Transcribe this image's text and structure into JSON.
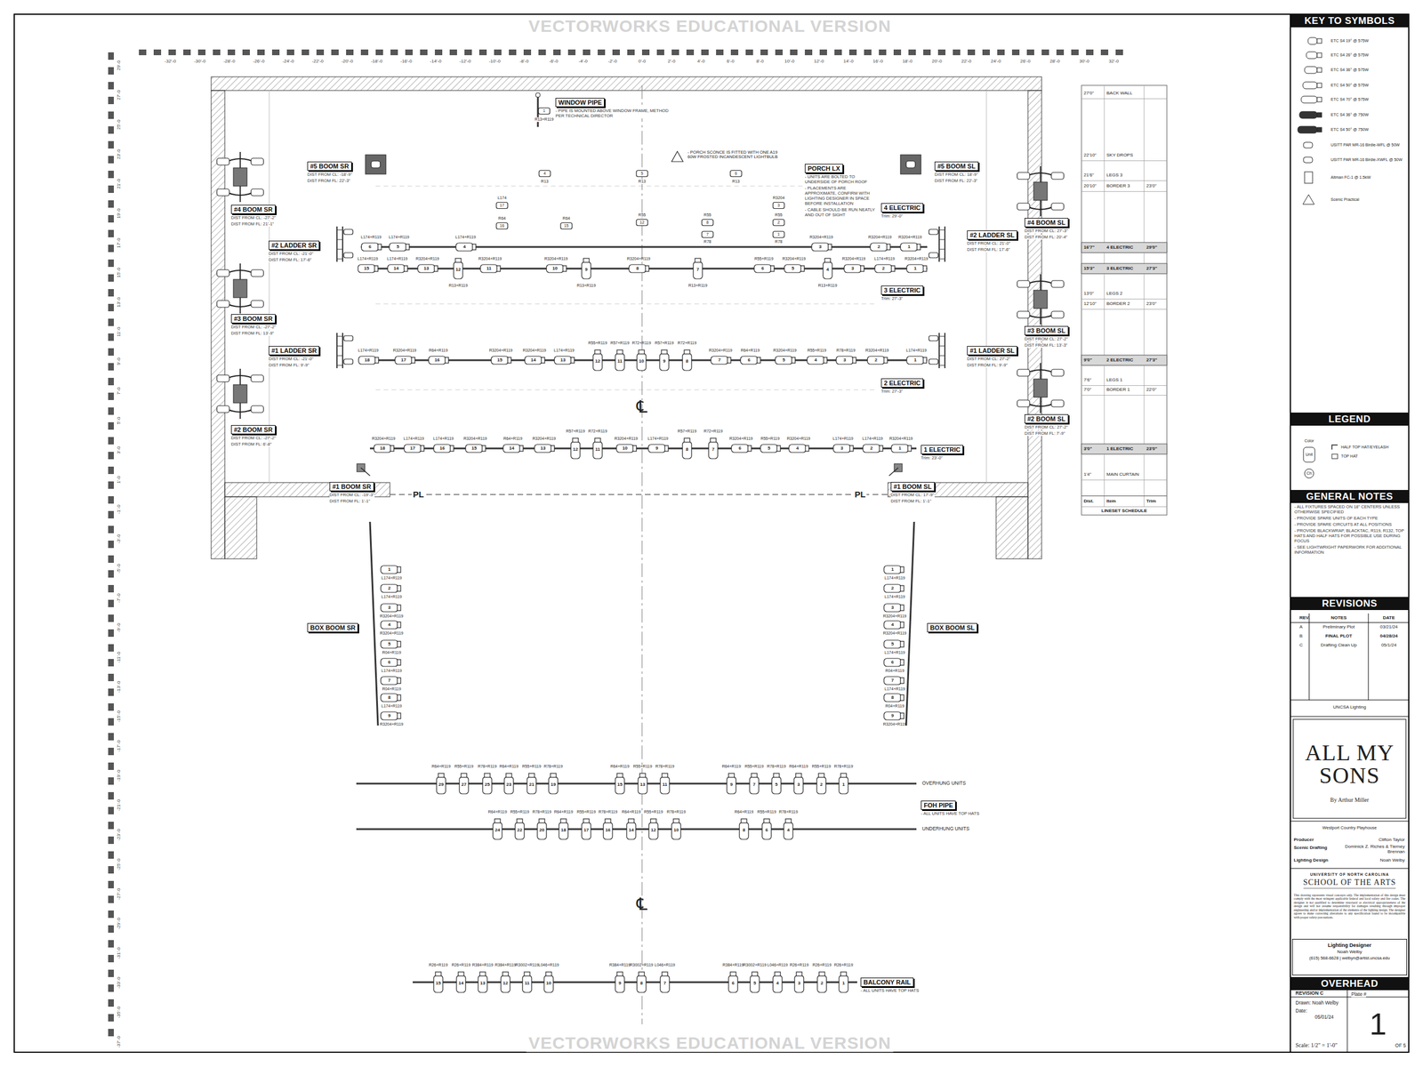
{
  "diagram": {
    "title": "ALL MY SONS",
    "nodes": [
      {
        "text": [
          "WINDOW PIPE",
          "- PIPE IS MOUNTED ABOVE WINDOW FRAME, METHOD PER TECHNICAL DIRECTOR"
        ]
      },
      {
        "text": [
          "PORCH LX",
          "- UNITS ARE BOLTED TO UNDERSIDE OF PORCH ROOF",
          "- PLACEMENTS ARE APPROXIMATE, CONFIRM WITH LIGHTING DESIGNER IN SPACE BEFORE INSTALLATION",
          "- CABLE SHOULD BE RUN NEATLY AND OUT OF SIGHT"
        ]
      },
      {
        "text": [
          "#5 BOOM SR",
          "DIST FROM CL: -18'-9\"",
          "DIST FROM FL: 22'-3\""
        ]
      },
      {
        "text": [
          "#5 BOOM SL",
          "DIST FROM CL: 18'-9\"",
          "DIST FROM FL: 22'-3\""
        ]
      },
      {
        "text": [
          "#4 BOOM SR",
          "DIST FROM CL: -27'-2\"",
          "DIST FROM FL: 21'-1\""
        ]
      },
      {
        "text": [
          "#4 BOOM SL",
          "DIST FROM CL: 27'-3\"",
          "DIST FROM FL: 20'-4\""
        ]
      },
      {
        "text": [
          "#2 LADDER SR",
          "DIST FROM CL: -21'-0\"",
          "DIST FROM FL: 17'-6\""
        ]
      },
      {
        "text": [
          "#2 LADDER SL",
          "DIST FROM CL: 21'-0\"",
          "DIST FROM FL: 17'-6\""
        ]
      },
      {
        "text": [
          "4 ELECTRIC",
          "Trim: 29'-0\""
        ]
      },
      {
        "text": [
          "3 ELECTRIC",
          "Trim: 27'-3\""
        ]
      },
      {
        "text": [
          "#3 BOOM SR",
          "DIST FROM CL: -27'-2\"",
          "DIST FROM FL: 13'-9\""
        ]
      },
      {
        "text": [
          "#3 BOOM SL",
          "DIST FROM CL: 27'-2\"",
          "DIST FROM FL: 13'-3\""
        ]
      },
      {
        "text": [
          "#1 LADDER SR",
          "DIST FROM CL: -21'-0\"",
          "DIST FROM FL: 9'-9\""
        ]
      },
      {
        "text": [
          "#1 LADDER SL",
          "DIST FROM CL: 27'-2\"",
          "DIST FROM FL: 9'-9\""
        ]
      },
      {
        "text": [
          "2 ELECTRIC",
          "Trim: 27'-3\""
        ]
      },
      {
        "text": [
          "#2 BOOM SR",
          "DIST FROM CL: -27'-2\"",
          "DIST FROM FL: 6'-8\""
        ]
      },
      {
        "text": [
          "#2 BOOM SL",
          "DIST FROM CL: 27'-2\"",
          "DIST FROM FL: 7'-9\""
        ]
      },
      {
        "text": [
          "1 ELECTRIC",
          "Trim: 23'-0\""
        ]
      },
      {
        "text": [
          "#1 BOOM SR",
          "DIST FROM CL: -19'-3\"",
          "DIST FROM FL: 1'-1\""
        ]
      },
      {
        "text": [
          "#1 BOOM SL",
          "DIST FROM CL: 17'-9\"",
          "DIST FROM FL: 1'-1\""
        ]
      },
      {
        "text": [
          "BOX BOOM SR"
        ]
      },
      {
        "text": [
          "BOX BOOM SL"
        ]
      },
      {
        "text": [
          "FOH PIPE",
          "- ALL UNITS HAVE TOP HATS"
        ]
      },
      {
        "text": [
          "BALCONY RAIL",
          "- ALL UNITS HAVE TOP HATS"
        ]
      },
      {
        "text": [
          "KEY TO SYMBOLS"
        ]
      },
      {
        "text": [
          "LEGEND"
        ]
      },
      {
        "text": [
          "GENERAL NOTES",
          "- ALL FIXTURES SPACED ON 18\" CENTERS UNLESS OTHERWISE SPECIFIED",
          "- PROVIDE SPARE UNITS OF EACH TYPE",
          "- PROVIDE SPARE CIRCUITS AT ALL POSITIONS",
          "- PROVIDE BLACKWRAP, BLACKTAC, R119, R132, TOP HATS AND HALF HATS FOR POSSIBLE USE DURING FOCUS",
          "- SEE LIGHTWRIGHT PAPERWORK FOR ADDITIONAL INFORMATION"
        ]
      },
      {
        "text": [
          "REVISIONS"
        ]
      },
      {
        "text": [
          "Lighting Designer",
          "Noah Welby",
          "(615) 568-6628 | welbyn@artist.uncsa.edu"
        ]
      },
      {
        "text": [
          "OVERHEAD"
        ]
      }
    ],
    "labels": [
      "VECTORWORKS EDUCATIONAL VERSION",
      "VECTORWORKS EDUCATIONAL VERSION",
      "-32'-0",
      "-30'-0",
      "-28'-0",
      "-26'-0",
      "-24'-0",
      "-22'-0",
      "-20'-0",
      "-18'-0",
      "-16'-0",
      "-14'-0",
      "-12'-0",
      "-10'-0",
      "-8'-0",
      "-6'-0",
      "-4'-0",
      "-2'-0",
      "0'-0",
      "2'-0",
      "4'-0",
      "6'-0",
      "8'-0",
      "10'-0",
      "12'-0",
      "14'-0",
      "16'-0",
      "18'-0",
      "20'-0",
      "22'-0",
      "24'-0",
      "26'-0",
      "28'-0",
      "30'-0",
      "32'-0",
      "29'-0",
      "27'-0",
      "25'-0",
      "23'-0",
      "21'-0",
      "19'-0",
      "17'-0",
      "15'-0",
      "13'-0",
      "11'-0",
      "9'-0",
      "7'-0",
      "5'-0",
      "3'-0",
      "1'-0",
      "-1'-0",
      "-3'-0",
      "-5'-0",
      "-7'-0",
      "-9'-0",
      "-11'-0",
      "-13'-0",
      "-15'-0",
      "-17'-0",
      "-19'-0",
      "-21'-0",
      "-23'-0",
      "-25'-0",
      "-27'-0",
      "-29'-0",
      "-31'-0",
      "-33'-0",
      "-35'-0",
      "-37'-0",
      "℄",
      "℄",
      "PL",
      "PL",
      "OVERHUNG UNITS",
      "UNDERHUNG UNITS",
      "- PORCH SCONCE IS FITTED WITH ONE A19 60W FROSTED INCANDESCENT LIGHTBULB",
      "6",
      "L174+R119",
      "5",
      "L174+R119",
      "4",
      "L174+R119",
      "3",
      "R3204+R119",
      "2",
      "R3204+R119",
      "1",
      "R3204+R119",
      "15",
      "L174+R119",
      "14",
      "L174+R119",
      "13",
      "R3204+R119",
      "12",
      "R13+R119",
      "11",
      "R3204+R119",
      "10",
      "R3204+R119",
      "9",
      "R13+R119",
      "8",
      "R3204+R119",
      "7",
      "R13+R119",
      "6",
      "R55+R119",
      "5",
      "R3204+R119",
      "4",
      "R13+R119",
      "3",
      "R3204+R119",
      "2",
      "L174+R119",
      "1",
      "R3204+R119",
      "18",
      "L174+R119",
      "17",
      "R3204+R119",
      "16",
      "R64+R119",
      "15",
      "R3204+R119",
      "14",
      "R3204+R119",
      "13",
      "L174+R119",
      "12",
      "R55+R119",
      "11",
      "R57+R119",
      "10",
      "R72+R119",
      "9",
      "R57+R119",
      "8",
      "R72+R119",
      "7",
      "R3204+R119",
      "6",
      "R64+R119",
      "5",
      "R3204+R119",
      "4",
      "R55+R119",
      "3",
      "R78+R119",
      "2",
      "R3204+R119",
      "1",
      "L174+R119",
      "18",
      "R3204+R119",
      "17",
      "L174+R119",
      "16",
      "L174+R119",
      "15",
      "R3204+R119",
      "14",
      "R64+R119",
      "13",
      "R3204+R119",
      "12",
      "R57+R119",
      "11",
      "R72+R119",
      "10",
      "R3204+R119",
      "9",
      "L174+R119",
      "8",
      "R57+R119",
      "7",
      "R72+R119",
      "6",
      "R3204+R119",
      "5",
      "R55+R119",
      "4",
      "R3204+R119",
      "3",
      "L174+R119",
      "2",
      "L174+R119",
      "1",
      "R3204+R119",
      "29",
      "R64+R119",
      "27",
      "R55+R119",
      "25",
      "R78+R119",
      "23",
      "R64+R119",
      "21",
      "R55+R119",
      "19",
      "R78+R119",
      "15",
      "R64+R119",
      "13",
      "R55+R119",
      "11",
      "R78+R119",
      "9",
      "R64+R119",
      "7",
      "R55+R119",
      "5",
      "R78+R119",
      "3",
      "R64+R119",
      "2",
      "R55+R119",
      "1",
      "R78+R119",
      "24",
      "R64+R119",
      "22",
      "R55+R119",
      "20",
      "R78+R119",
      "18",
      "R64+R119",
      "17",
      "R55+R119",
      "16",
      "R78+R119",
      "14",
      "R64+R119",
      "12",
      "R55+R119",
      "10",
      "R78+R119",
      "8",
      "R64+R119",
      "6",
      "R55+R119",
      "4",
      "R78+R119",
      "15",
      "R26+R119",
      "14",
      "R26+R119",
      "13",
      "R384+R119",
      "12",
      "R384+R119",
      "11",
      "R3002+R119",
      "10",
      "L046+R119",
      "9",
      "R384+R119",
      "8",
      "R3002+R119",
      "7",
      "L046+R119",
      "6",
      "R384+R119",
      "5",
      "R3002+R119",
      "4",
      "L046+R119",
      "3",
      "R26+R119",
      "2",
      "R26+R119",
      "1",
      "R26+R119",
      "1",
      "L174+R119",
      "2",
      "L174+R119",
      "3",
      "R3204+R119",
      "4",
      "R3204+R119",
      "5",
      "R04+R119",
      "6",
      "L174+R119",
      "7",
      "R04+R119",
      "8",
      "L174+R119",
      "9",
      "R3204+R119",
      "1",
      "L174+R119",
      "2",
      "L174+R119",
      "3",
      "R3204+R119",
      "4",
      "R3204+R119",
      "5",
      "L174+R119",
      "6",
      "R04+R119",
      "7",
      "L174+R119",
      "8",
      "R04+R119",
      "9",
      "R3204+R119",
      "1",
      "R13+R119",
      "4",
      "R13",
      "5",
      "R13",
      "6",
      "R13",
      "17",
      "L174",
      "16",
      "R64",
      "15",
      "R64",
      "12",
      "R55",
      "8",
      "R55",
      "7",
      "R78",
      "3",
      "R3204",
      "2",
      "R55",
      "1",
      "R78",
      "27'0\"",
      "BACK WALL",
      "22'10\"",
      "SKY DROPS",
      "21'6\"",
      "LEGS 3",
      "20'10\"",
      "BORDER 3",
      "23'0\"",
      "16'7\"",
      "4 ELECTRIC",
      "29'0\"",
      "15'3\"",
      "3 ELECTRIC",
      "27'3\"",
      "13'0\"",
      "LEGS 2",
      "12'10\"",
      "BORDER 2",
      "23'0\"",
      "9'0\"",
      "2 ELECTRIC",
      "27'3\"",
      "7'6\"",
      "LEGS 1",
      "7'0\"",
      "BORDER 1",
      "22'0\"",
      "3'0\"",
      "1 ELECTRIC",
      "23'0\"",
      "1'4\"",
      "MAIN CURTAIN",
      "Dist.",
      "Item",
      "Trim",
      "LINESET SCHEDULE",
      "Color",
      "Unit",
      "Ch",
      "REV.",
      "NOTES",
      "DATE",
      "A",
      "Preliminary Plot",
      "03/21/24",
      "B",
      "FINAL PLOT",
      "04/28/24",
      "C",
      "Drafting Clean Up",
      "05/1/24",
      "UNCSA Lighting",
      "By Arthur Miller",
      "Westport Country Playhouse",
      "Producer",
      "Clifton Taylor",
      "Scenic Drafting",
      "Dominick Z. Riches & Tierney Brennan",
      "Lighting Design",
      "Noah Welby",
      "UNIVERSITY OF NORTH CAROLINA",
      "SCHOOL OF THE ARTS",
      "This drawing represents visual concepts only. The implementation of this design must comply with the most stringent applicable federal and local safety and fire codes. The designer is not qualified to determine structural or electrical appropriateness of the design and will not assume responsibility for damages resulting through improper engineering and/or implementation of the elements of the lighting design. The designer agrees to make correcting alterations to any specification found to be incompatible with proper safety precautions.",
      "REVISION C",
      "Drawn: Noah Welby",
      "Date:",
      "05/01/24",
      "Plate #",
      "1",
      "Scale: 1/2\" = 1'-0\"",
      "OF 5"
    ],
    "legend": [
      {
        "text": "ETC S4 19° @ 575W"
      },
      {
        "text": "ETC S4 26° @ 575W"
      },
      {
        "text": "ETC S4 36° @ 575W"
      },
      {
        "text": "ETC S4 50° @ 575W"
      },
      {
        "text": "ETC S4 70° @ 575W"
      },
      {
        "text": "ETC S4 36° @ 750W"
      },
      {
        "text": "ETC S4 50° @ 750W"
      },
      {
        "text": "USITT PAR MR-16 Birdie-WFL @ 50W"
      },
      {
        "text": "USITT PAR MR-16 Birdie-XWFL @ 50W"
      },
      {
        "text": "Altman FC-1 @ 1.5kW"
      },
      {
        "text": "Scenic Practical"
      },
      {
        "text": "HALF TOP HAT/EYELASH"
      },
      {
        "text": "TOP HAT"
      }
    ]
  }
}
